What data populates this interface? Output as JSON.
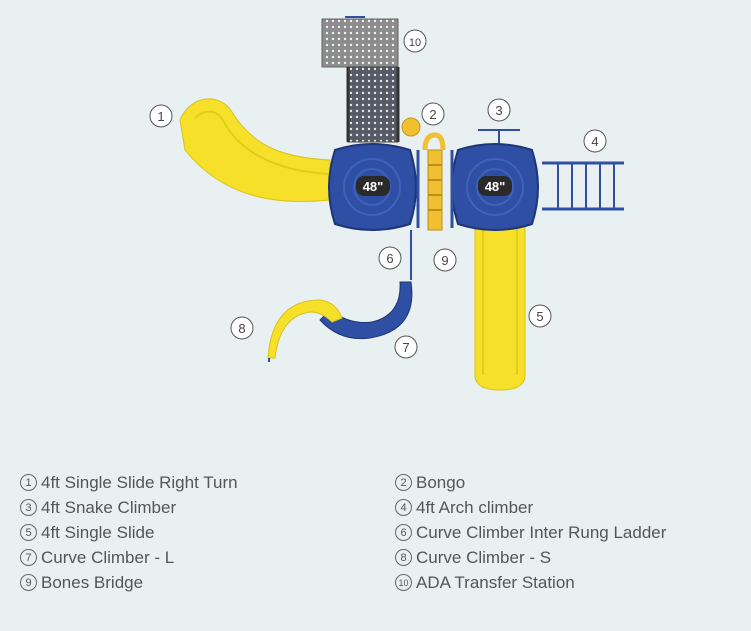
{
  "decks": [
    {
      "label": "48\""
    },
    {
      "label": "48\""
    }
  ],
  "callouts": [
    "1",
    "2",
    "3",
    "4",
    "5",
    "6",
    "7",
    "8",
    "9",
    "10"
  ],
  "legend": [
    {
      "num": "1",
      "text": "4ft Single Slide Right Turn"
    },
    {
      "num": "2",
      "text": "Bongo"
    },
    {
      "num": "3",
      "text": "4ft Snake Climber"
    },
    {
      "num": "4",
      "text": "4ft Arch climber"
    },
    {
      "num": "5",
      "text": "4ft Single Slide"
    },
    {
      "num": "6",
      "text": "Curve Climber Inter Rung Ladder"
    },
    {
      "num": "7",
      "text": "Curve Climber - L"
    },
    {
      "num": "8",
      "text": "Curve Climber - S"
    },
    {
      "num": "9",
      "text": "Bones Bridge"
    },
    {
      "num": "10",
      "text": "ADA Transfer Station"
    }
  ],
  "colors": {
    "background": "#e9f0f1",
    "deck_blue": "#2e4fa3",
    "slide_yellow": "#f6e02a",
    "transfer_gray": "#8a8a8a",
    "deck_label_bg": "#2a2a2a"
  }
}
